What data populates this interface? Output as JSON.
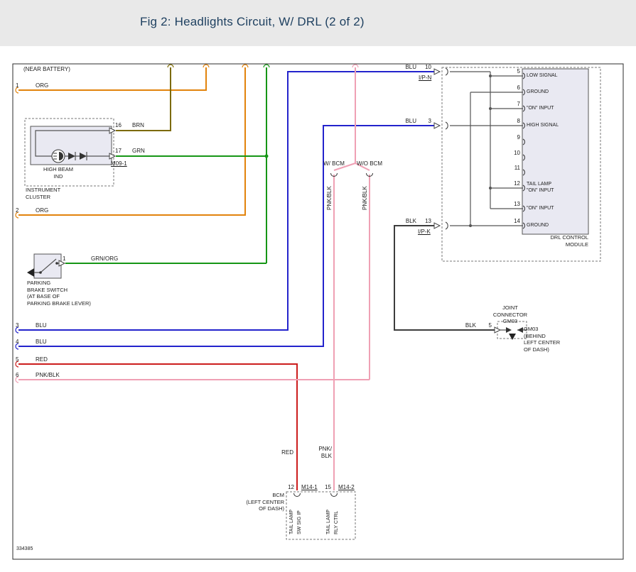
{
  "title": "Fig 2: Headlights Circuit, W/ DRL (2 of 2)",
  "footer_code": "334385",
  "colors": {
    "org": "#e2830c",
    "brn": "#7c6a00",
    "grn": "#169616",
    "blu": "#2323cc",
    "red": "#cc1d1d",
    "pnk": "#efa0b4",
    "blk": "#3d3d3d",
    "line": "#555555",
    "title_text": "#1d3f5f",
    "titlebar_bg": "#e9e9e9",
    "module_fill": "#e9e9f2"
  },
  "left_entries": {
    "note": "(NEAR BATTERY)",
    "pins": [
      {
        "n": "1",
        "wire": "ORG"
      },
      {
        "n": "2",
        "wire": "ORG"
      },
      {
        "n": "3",
        "wire": "BLU"
      },
      {
        "n": "4",
        "wire": "BLU"
      },
      {
        "n": "5",
        "wire": "RED"
      },
      {
        "n": "6",
        "wire": "PNK/BLK"
      }
    ]
  },
  "instrument_cluster": {
    "pin16": "16",
    "wire16": "BRN",
    "pin17": "17",
    "wire17": "GRN",
    "connector": "M09-1",
    "indicator_line1": "HIGH BEAM",
    "indicator_line2": "IND",
    "label_line1": "INSTRUMENT",
    "label_line2": "CLUSTER"
  },
  "parking_brake": {
    "pin": "1",
    "wire": "GRN/ORG",
    "label_lines": [
      "PARKING",
      "BRAKE SWITCH",
      "(AT BASE OF",
      "PARKING BRAKE LEVER)"
    ]
  },
  "ip_connectors": {
    "blu_low": {
      "wire": "BLU",
      "pin": "10",
      "name": "I/P-N"
    },
    "blu_high": {
      "wire": "BLU",
      "pin": "3"
    },
    "blk_gnd": {
      "wire": "BLK",
      "pin": "13",
      "name": "I/P-K"
    }
  },
  "bcm_split": {
    "with_bcm": "W/ BCM",
    "without_bcm": "W/O BCM",
    "wire": "PNK/BLK"
  },
  "drl_module": {
    "name_line1": "DRL CONTROL",
    "name_line2": "MODULE",
    "pins": [
      {
        "n": "5",
        "label": "LOW SIGNAL"
      },
      {
        "n": "6",
        "label": "GROUND"
      },
      {
        "n": "7",
        "label": "\"ON\" INPUT"
      },
      {
        "n": "8",
        "label": "HIGH SIGNAL"
      },
      {
        "n": "9",
        "label": ""
      },
      {
        "n": "10",
        "label": ""
      },
      {
        "n": "11",
        "label": ""
      },
      {
        "n": "12",
        "label": "TAIL LAMP",
        "label2": "\"ON\" INPUT"
      },
      {
        "n": "13",
        "label": "\"ON\" INPUT"
      },
      {
        "n": "14",
        "label": "GROUND"
      }
    ]
  },
  "joint_connector": {
    "label_lines": [
      "JOINT",
      "CONNECTOR",
      "GM03"
    ],
    "wire": "BLK",
    "pin": "5",
    "ground_name": "GM03",
    "ground_loc": [
      "(BEHIND",
      "LEFT CENTER",
      "OF DASH)"
    ]
  },
  "bcm": {
    "name": "BCM",
    "loc_lines": [
      "(LEFT CENTER",
      "OF DASH)"
    ],
    "wire12": "RED",
    "wire15_line1": "PNK/",
    "wire15_line2": "BLK",
    "pin12": "12",
    "conn12": "M14-1",
    "pin15": "15",
    "conn15": "M14-2",
    "sig12_line1": "TAIL LAMP",
    "sig12_line2": "SW SIG IP",
    "sig15_line1": "TAIL LAMP",
    "sig15_line2": "RLY CTRL"
  }
}
